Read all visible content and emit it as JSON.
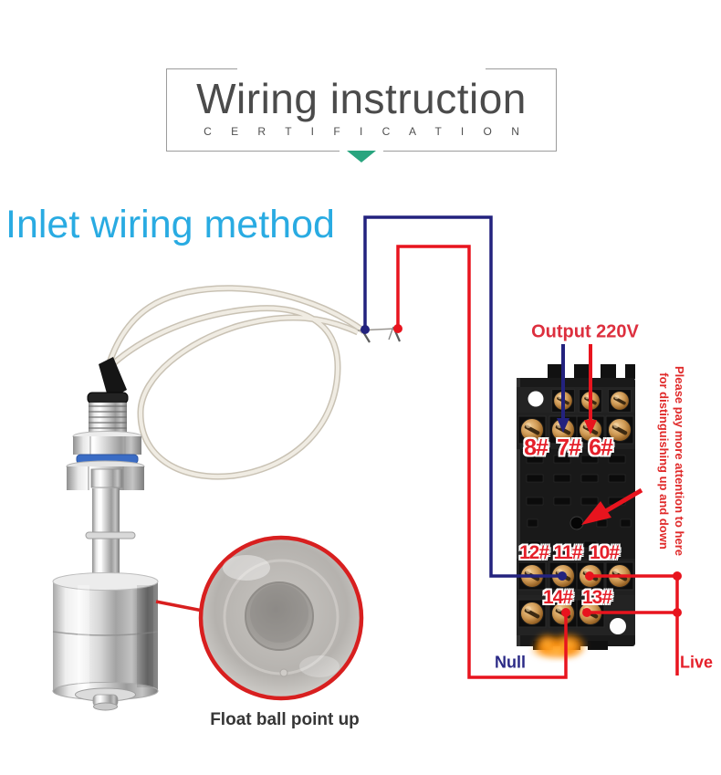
{
  "banner": {
    "title": "Wiring instruction",
    "subtitle": "C E R T I F I C A T I O N"
  },
  "heading": "Inlet wiring method",
  "float_switch": {
    "caption": "Float ball point up"
  },
  "relay": {
    "output_label": "Output 220V",
    "row1": [
      "8#",
      "7#",
      "6#"
    ],
    "row2": [
      "12#",
      "11#",
      "10#"
    ],
    "row3": [
      "14#",
      "13#"
    ],
    "note_line1": "Please pay more attention to here",
    "note_line2": "for distinguishing up and down",
    "null_label": "Null",
    "live_label": "Live"
  },
  "colors": {
    "accent_cyan": "#29abe2",
    "wire_navy": "#23227e",
    "wire_red": "#e8141e",
    "banner_teal": "#29a57f",
    "title_gray": "#4b4b4b"
  }
}
